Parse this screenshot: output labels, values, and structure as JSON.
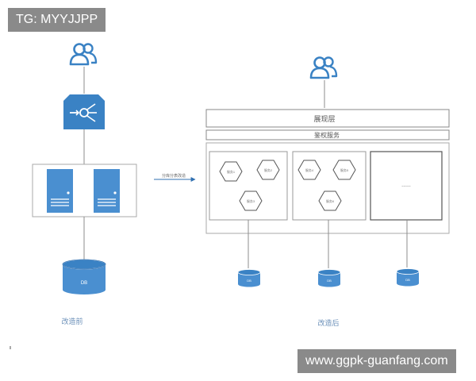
{
  "watermark_top": "TG: MYYJJPP",
  "watermark_bottom": "www.ggpk-guanfang.com",
  "before": {
    "caption": "改造前",
    "db_label": "DB"
  },
  "transition": {
    "label": "分库分表改造"
  },
  "after": {
    "caption": "改造后",
    "presentation_layer": "展现层",
    "auth_service": "鉴权服务",
    "group1_services": [
      "服务1",
      "服务2",
      "服务3"
    ],
    "group2_services": [
      "服务4",
      "服务5",
      "服务6"
    ],
    "more_placeholder": "......",
    "db_labels": [
      "DB",
      "DB",
      "DB"
    ]
  },
  "colors": {
    "accent_blue": "#3a82c4",
    "server_blue": "#4a8fd0",
    "line_gray": "#8c8c8c",
    "box_border": "#aaaaaa"
  }
}
